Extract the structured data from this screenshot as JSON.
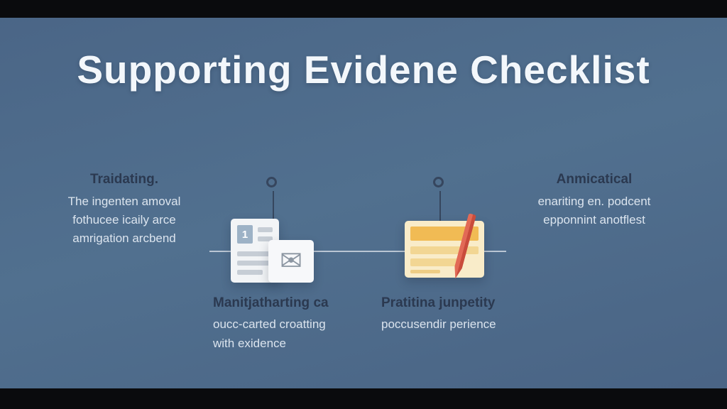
{
  "page": {
    "title": "Supporting Evidene Checklist"
  },
  "colors": {
    "background": "#4e6b8d",
    "letterbox": "#0a0b0d",
    "title_text": "#f3f7fb",
    "heading_text": "#2b3950",
    "body_text": "#dbe4ee",
    "timeline": "#36465e",
    "card_white": "#f2f4f6",
    "card_amber": "#f1bb54",
    "pencil_red": "#dc5746"
  },
  "icons": {
    "document_badge": "1",
    "envelope_glyph": "✉"
  },
  "notes": {
    "left": {
      "heading": "Traidating.",
      "lines": [
        "The ingenten amoval",
        "fothucee icaily arce",
        "amrigation arcbend"
      ]
    },
    "right": {
      "heading": "Anmicatical",
      "lines": [
        "enariting en. podcent",
        "epponnint anotflest"
      ]
    }
  },
  "steps": [
    {
      "heading": "Manitjatharting ca",
      "lines": [
        "oucc-carted croatting",
        "with exidence"
      ]
    },
    {
      "heading": "Pratitina junpetity",
      "lines": [
        "poccusendir perience"
      ]
    }
  ]
}
